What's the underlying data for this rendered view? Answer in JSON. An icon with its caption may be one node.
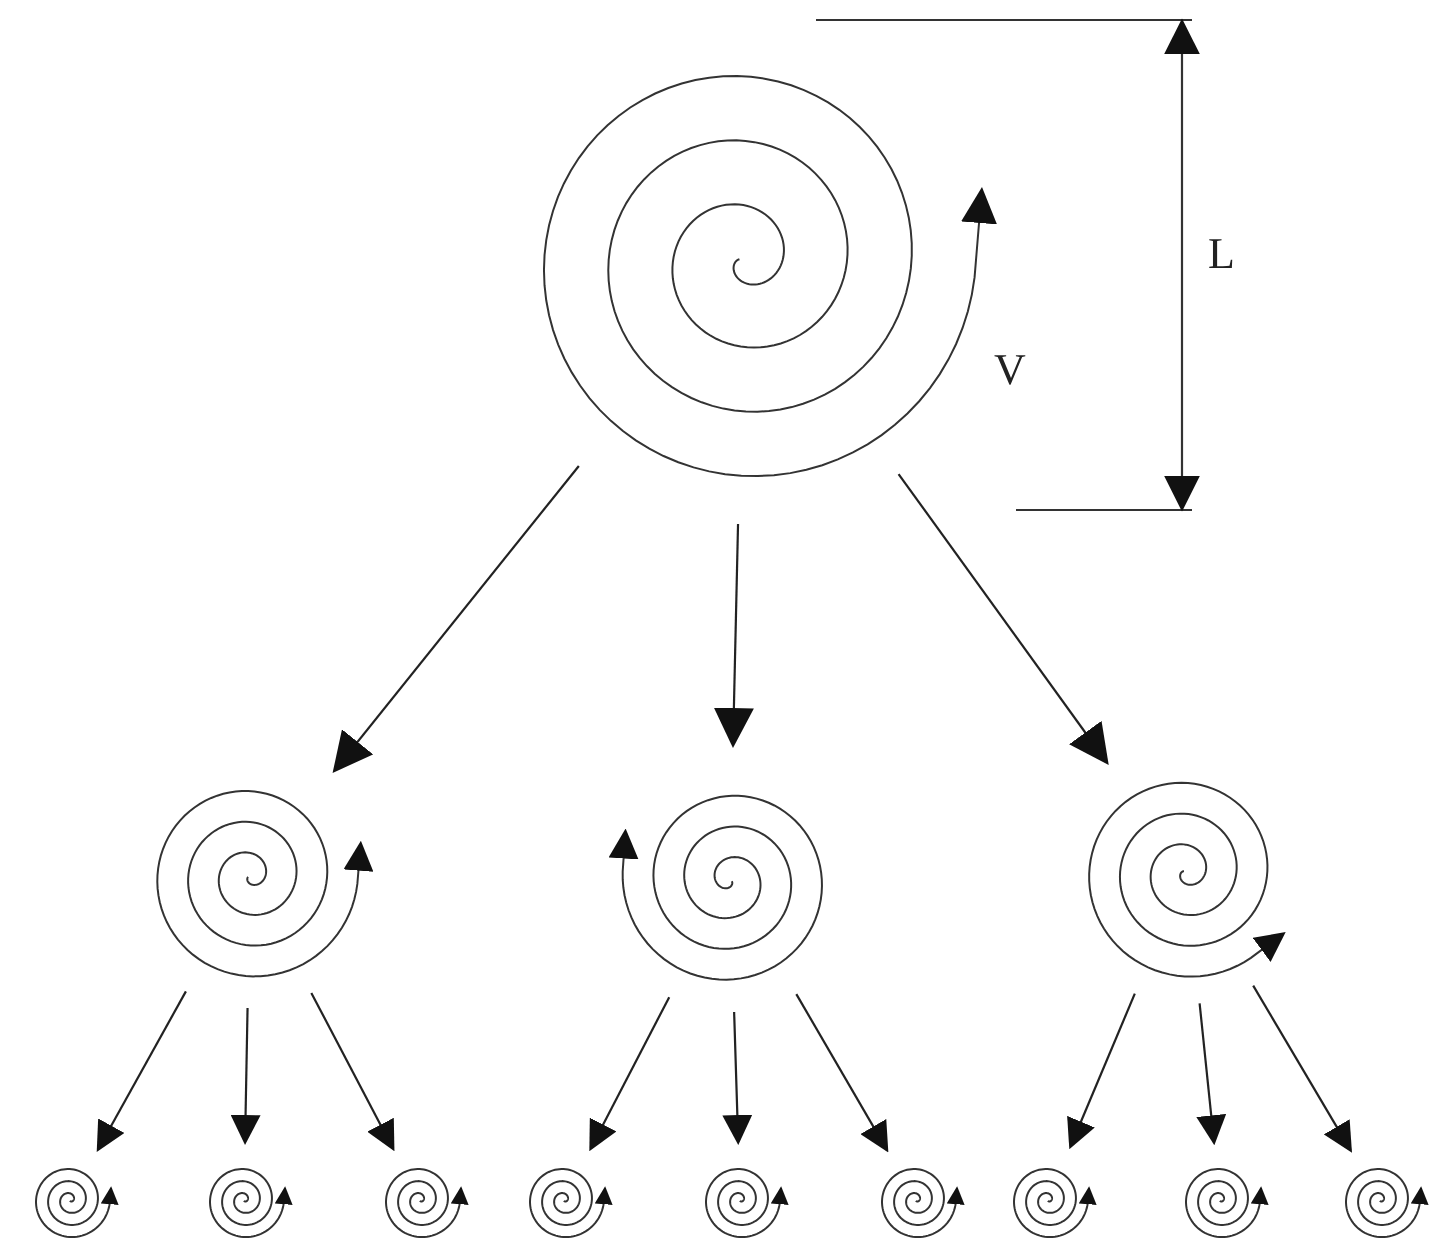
{
  "diagram": {
    "nodes": [
      {
        "text": [],
        "shape": "spiral"
      },
      {
        "text": [],
        "shape": "spiral"
      },
      {
        "text": [],
        "shape": "spiral"
      },
      {
        "text": [],
        "shape": "spiral"
      },
      {
        "text": [],
        "shape": "spiral"
      },
      {
        "text": [],
        "shape": "spiral"
      },
      {
        "text": [],
        "shape": "spiral"
      },
      {
        "text": [],
        "shape": "spiral"
      },
      {
        "text": [],
        "shape": "spiral"
      },
      {
        "text": [],
        "shape": "spiral"
      },
      {
        "text": [],
        "shape": "spiral"
      },
      {
        "text": [],
        "shape": "spiral"
      },
      {
        "text": [],
        "shape": "spiral"
      }
    ],
    "edges": [
      {
        "from": 0,
        "to": 1,
        "arrow": "to"
      },
      {
        "from": 0,
        "to": 2,
        "arrow": "to"
      },
      {
        "from": 0,
        "to": 3,
        "arrow": "to"
      },
      {
        "from": 1,
        "to": 4,
        "arrow": "to"
      },
      {
        "from": 1,
        "to": 5,
        "arrow": "to"
      },
      {
        "from": 1,
        "to": 6,
        "arrow": "to"
      },
      {
        "from": 2,
        "to": 7,
        "arrow": "to"
      },
      {
        "from": 2,
        "to": 8,
        "arrow": "to"
      },
      {
        "from": 2,
        "to": 9,
        "arrow": "to"
      },
      {
        "from": 3,
        "to": 10,
        "arrow": "to"
      },
      {
        "from": 3,
        "to": 11,
        "arrow": "to"
      },
      {
        "from": 3,
        "to": 12,
        "arrow": "to"
      }
    ],
    "labels": [
      "L",
      "V"
    ]
  }
}
